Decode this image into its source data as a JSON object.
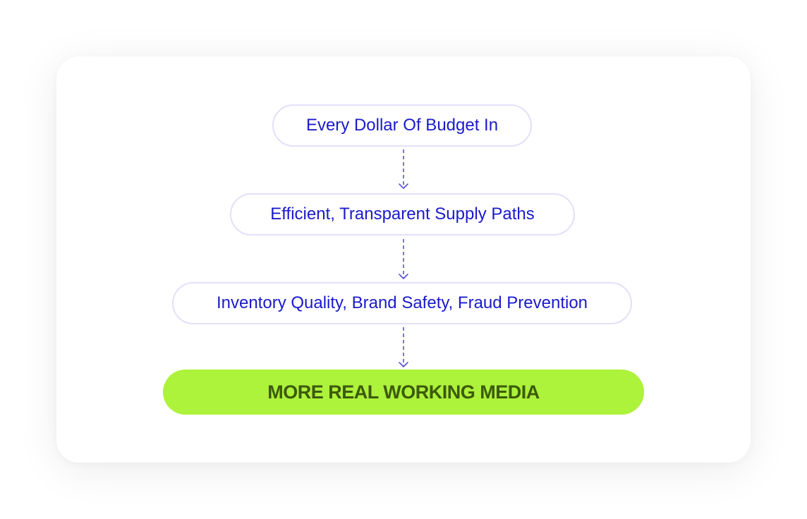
{
  "flow": {
    "steps": [
      {
        "label": "Every Dollar Of Budget In"
      },
      {
        "label": "Efficient, Transparent Supply Paths"
      },
      {
        "label": "Inventory Quality, Brand Safety, Fraud Prevention"
      }
    ],
    "outcome": {
      "label": "MORE REAL WORKING MEDIA"
    }
  },
  "colors": {
    "step_text": "#1a1acc",
    "step_border": "#e2e0fa",
    "arrow": "#5a52d6",
    "outcome_bg": "#adf23b",
    "outcome_text": "#3c5a0c"
  }
}
